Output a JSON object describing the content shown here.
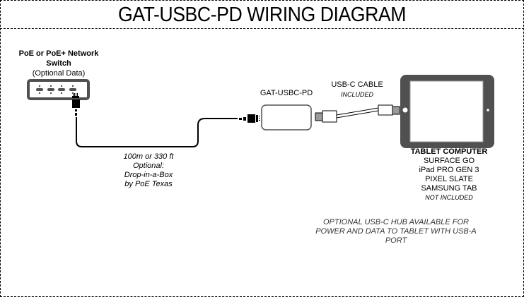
{
  "title": "GAT-USBC-PD WIRING DIAGRAM",
  "switch": {
    "label_line1": "PoE or PoE+ Network",
    "label_line2": "Switch",
    "note": "(Optional Data)",
    "port_count": 4
  },
  "cable_note": {
    "line1": "100m or 330 ft",
    "line2": "Optional:",
    "line3": "Drop-in-a-Box",
    "line4": "by PoE Texas"
  },
  "device": {
    "label": "GAT-USBC-PD"
  },
  "usb_cable": {
    "label": "USB-C CABLE",
    "note": "INCLUDED"
  },
  "tablet": {
    "heading": "TABLET COMPUTER",
    "models": [
      "SURFACE GO",
      "iPad PRO GEN 3",
      "PIXEL SLATE",
      "SAMSUNG TAB"
    ],
    "note": "NOT INCLUDED"
  },
  "hub_note": {
    "line1": "OPTIONAL USB-C HUB AVAILABLE FOR",
    "line2": "POWER AND DATA TO TABLET WITH USB-A",
    "line3": "PORT"
  },
  "colors": {
    "device_dark": "#505050",
    "connector_gray": "#9a9a9a",
    "line": "#000000"
  }
}
